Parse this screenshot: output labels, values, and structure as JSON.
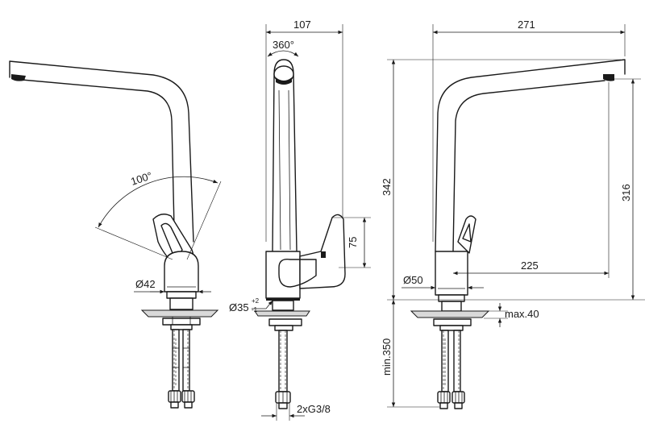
{
  "dimensions": {
    "width_top": "107",
    "rotation": "360°",
    "total_reach": "271",
    "total_height": "342",
    "spout_height": "316",
    "lever_angle": "100°",
    "handle_height": "75",
    "body_diameter_left": "Ø42",
    "body_diameter_right": "Ø50",
    "hole_diameter": "Ø35",
    "hole_tol_plus": "+2",
    "hole_tol_minus": "-1",
    "spout_reach": "225",
    "max_thickness": "max.40",
    "min_length": "min.350",
    "connection": "2xG3/8"
  }
}
